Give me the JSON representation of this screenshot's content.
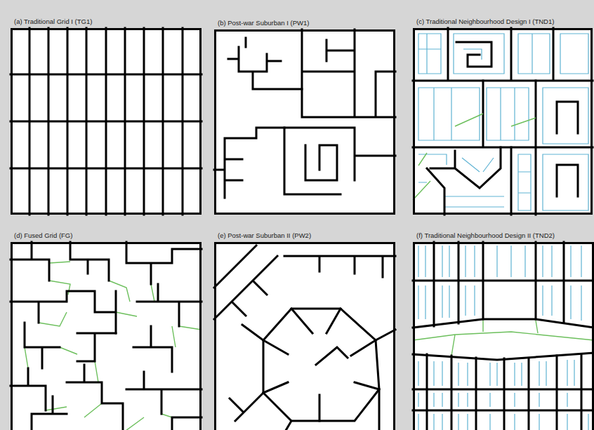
{
  "diagram": {
    "nodes": [
      {
        "text": [
          "(a) Traditional Grid I (TG1)"
        ]
      },
      {
        "text": [
          "(b) Post-war Suburban I (PW1)"
        ]
      },
      {
        "text": [
          "(c) Traditional Neighbourhood Design I (TND1)"
        ]
      },
      {
        "text": [
          "(d) Fused Grid (FG)"
        ]
      },
      {
        "text": [
          "(e) Post-war Suburban II (PW2)"
        ]
      },
      {
        "text": [
          "(f) Traditional Neighbourhood Design II (TND2)"
        ]
      }
    ]
  }
}
